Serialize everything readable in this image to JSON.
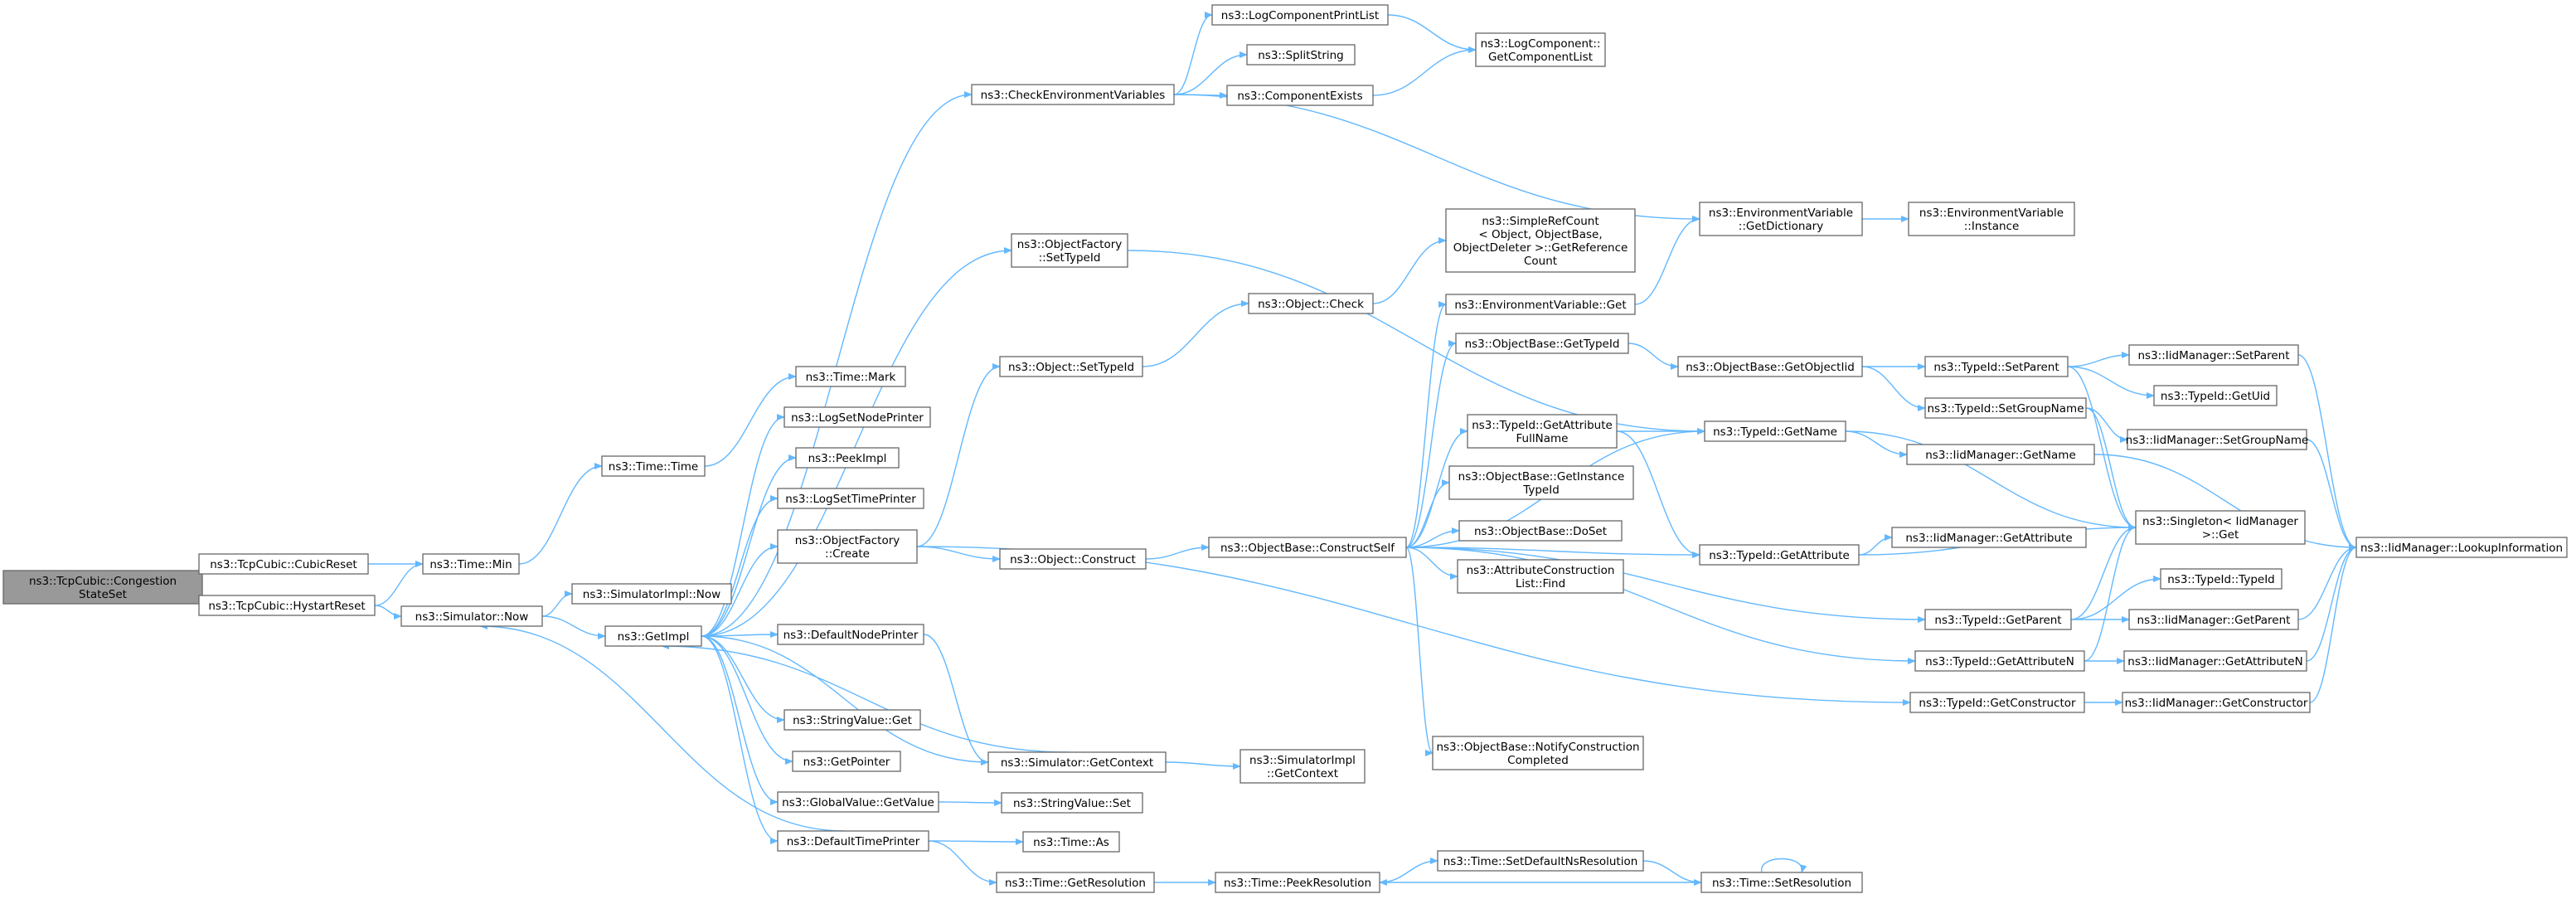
{
  "diagram": {
    "nodes": [
      {
        "id": "root",
        "lines": [
          "ns3::TcpCubic::Congestion",
          "StateSet"
        ],
        "root": true
      },
      {
        "id": "cubicreset",
        "lines": [
          "ns3::TcpCubic::CubicReset"
        ]
      },
      {
        "id": "hystart",
        "lines": [
          "ns3::TcpCubic::HystartReset"
        ]
      },
      {
        "id": "timemin",
        "lines": [
          "ns3::Time::Min"
        ]
      },
      {
        "id": "timetime",
        "lines": [
          "ns3::Time::Time"
        ]
      },
      {
        "id": "timemark",
        "lines": [
          "ns3::Time::Mark"
        ]
      },
      {
        "id": "simnow",
        "lines": [
          "ns3::Simulator::Now"
        ]
      },
      {
        "id": "simimplnow",
        "lines": [
          "ns3::SimulatorImpl::Now"
        ]
      },
      {
        "id": "getimpl",
        "lines": [
          "ns3::GetImpl"
        ]
      },
      {
        "id": "logsetnode",
        "lines": [
          "ns3::LogSetNodePrinter"
        ]
      },
      {
        "id": "peekimpl",
        "lines": [
          "ns3::PeekImpl"
        ]
      },
      {
        "id": "logsettime",
        "lines": [
          "ns3::LogSetTimePrinter"
        ]
      },
      {
        "id": "ofcreate",
        "lines": [
          "ns3::ObjectFactory",
          "::Create"
        ]
      },
      {
        "id": "defnode",
        "lines": [
          "ns3::DefaultNodePrinter"
        ]
      },
      {
        "id": "strget",
        "lines": [
          "ns3::StringValue::Get"
        ]
      },
      {
        "id": "getpointer",
        "lines": [
          "ns3::GetPointer"
        ]
      },
      {
        "id": "gvget",
        "lines": [
          "ns3::GlobalValue::GetValue"
        ]
      },
      {
        "id": "deftime",
        "lines": [
          "ns3::DefaultTimePrinter"
        ]
      },
      {
        "id": "checkenv",
        "lines": [
          "ns3::CheckEnvironmentVariables"
        ]
      },
      {
        "id": "logcpl",
        "lines": [
          "ns3::LogComponentPrintList"
        ]
      },
      {
        "id": "splitstr",
        "lines": [
          "ns3::SplitString"
        ]
      },
      {
        "id": "compexists",
        "lines": [
          "ns3::ComponentExists"
        ]
      },
      {
        "id": "logcgcl",
        "lines": [
          "ns3::LogComponent::",
          "GetComponentList"
        ]
      },
      {
        "id": "ofsettypeid",
        "lines": [
          "ns3::ObjectFactory",
          "::SetTypeId"
        ]
      },
      {
        "id": "objsettypeid",
        "lines": [
          "ns3::Object::SetTypeId"
        ]
      },
      {
        "id": "objcheck",
        "lines": [
          "ns3::Object::Check"
        ]
      },
      {
        "id": "objconstruct",
        "lines": [
          "ns3::Object::Construct"
        ]
      },
      {
        "id": "simgetctx",
        "lines": [
          "ns3::Simulator::GetContext"
        ]
      },
      {
        "id": "simimplctx",
        "lines": [
          "ns3::SimulatorImpl",
          "::GetContext"
        ]
      },
      {
        "id": "strset",
        "lines": [
          "ns3::StringValue::Set"
        ]
      },
      {
        "id": "timeas",
        "lines": [
          "ns3::Time::As"
        ]
      },
      {
        "id": "timegetres",
        "lines": [
          "ns3::Time::GetResolution"
        ]
      },
      {
        "id": "timepeekres",
        "lines": [
          "ns3::Time::PeekResolution"
        ]
      },
      {
        "id": "timesetdef",
        "lines": [
          "ns3::Time::SetDefaultNsResolution"
        ]
      },
      {
        "id": "timesetres",
        "lines": [
          "ns3::Time::SetResolution"
        ]
      },
      {
        "id": "simplerefcount",
        "lines": [
          "ns3::SimpleRefCount",
          "< Object, ObjectBase,",
          "ObjectDeleter >::GetReference",
          "Count"
        ]
      },
      {
        "id": "envget",
        "lines": [
          "ns3::EnvironmentVariable::Get"
        ]
      },
      {
        "id": "obgettypeid",
        "lines": [
          "ns3::ObjectBase::GetTypeId"
        ]
      },
      {
        "id": "tidgetattrfull",
        "lines": [
          "ns3::TypeId::GetAttribute",
          "FullName"
        ]
      },
      {
        "id": "obgetinst",
        "lines": [
          "ns3::ObjectBase::GetInstance",
          "TypeId"
        ]
      },
      {
        "id": "obdoset",
        "lines": [
          "ns3::ObjectBase::DoSet"
        ]
      },
      {
        "id": "acfind",
        "lines": [
          "ns3::AttributeConstruction",
          "List::Find"
        ]
      },
      {
        "id": "obconstructself",
        "lines": [
          "ns3::ObjectBase::ConstructSelf"
        ]
      },
      {
        "id": "obnotify",
        "lines": [
          "ns3::ObjectBase::NotifyConstruction",
          "Completed"
        ]
      },
      {
        "id": "envdict",
        "lines": [
          "ns3::EnvironmentVariable",
          "::GetDictionary"
        ]
      },
      {
        "id": "envinst",
        "lines": [
          "ns3::EnvironmentVariable",
          "::Instance"
        ]
      },
      {
        "id": "obgetoid",
        "lines": [
          "ns3::ObjectBase::GetObjectIid"
        ]
      },
      {
        "id": "tidgetname",
        "lines": [
          "ns3::TypeId::GetName"
        ]
      },
      {
        "id": "tidgetattr",
        "lines": [
          "ns3::TypeId::GetAttribute"
        ]
      },
      {
        "id": "tidsetparent",
        "lines": [
          "ns3::TypeId::SetParent"
        ]
      },
      {
        "id": "tidsetgroup",
        "lines": [
          "ns3::TypeId::SetGroupName"
        ]
      },
      {
        "id": "iidgetname",
        "lines": [
          "ns3::IidManager::GetName"
        ]
      },
      {
        "id": "iidgetattr",
        "lines": [
          "ns3::IidManager::GetAttribute"
        ]
      },
      {
        "id": "tidgetparent",
        "lines": [
          "ns3::TypeId::GetParent"
        ]
      },
      {
        "id": "tidgetattrn",
        "lines": [
          "ns3::TypeId::GetAttributeN"
        ]
      },
      {
        "id": "tidgetctor",
        "lines": [
          "ns3::TypeId::GetConstructor"
        ]
      },
      {
        "id": "iidsetparent",
        "lines": [
          "ns3::IidManager::SetParent"
        ]
      },
      {
        "id": "tidgetuid",
        "lines": [
          "ns3::TypeId::GetUid"
        ]
      },
      {
        "id": "iidsetgroup",
        "lines": [
          "ns3::IidManager::SetGroupName"
        ]
      },
      {
        "id": "singleton",
        "lines": [
          "ns3::Singleton< IidManager",
          ">::Get"
        ]
      },
      {
        "id": "tidtypeid",
        "lines": [
          "ns3::TypeId::TypeId"
        ]
      },
      {
        "id": "iidgetparent",
        "lines": [
          "ns3::IidManager::GetParent"
        ]
      },
      {
        "id": "iidgetattrn",
        "lines": [
          "ns3::IidManager::GetAttributeN"
        ]
      },
      {
        "id": "iidgetctor",
        "lines": [
          "ns3::IidManager::GetConstructor"
        ]
      },
      {
        "id": "iidlookup",
        "lines": [
          "ns3::IidManager::LookupInformation"
        ]
      }
    ],
    "edges": [
      [
        "root",
        "cubicreset"
      ],
      [
        "root",
        "hystart"
      ],
      [
        "cubicreset",
        "timemin"
      ],
      [
        "hystart",
        "timemin"
      ],
      [
        "hystart",
        "simnow"
      ],
      [
        "timemin",
        "timetime"
      ],
      [
        "timetime",
        "timemark"
      ],
      [
        "simnow",
        "simimplnow"
      ],
      [
        "simnow",
        "getimpl"
      ],
      [
        "getimpl",
        "logsetnode"
      ],
      [
        "getimpl",
        "peekimpl"
      ],
      [
        "getimpl",
        "logsettime"
      ],
      [
        "getimpl",
        "ofcreate"
      ],
      [
        "getimpl",
        "defnode"
      ],
      [
        "getimpl",
        "strget"
      ],
      [
        "getimpl",
        "getpointer"
      ],
      [
        "getimpl",
        "gvget"
      ],
      [
        "getimpl",
        "deftime"
      ],
      [
        "getimpl",
        "simgetctx"
      ],
      [
        "getimpl",
        "checkenv"
      ],
      [
        "getimpl",
        "ofsettypeid"
      ],
      [
        "deftime",
        "simnow"
      ],
      [
        "deftime",
        "timeas"
      ],
      [
        "deftime",
        "timegetres"
      ],
      [
        "simgetctx",
        "getimpl"
      ],
      [
        "simgetctx",
        "simimplctx"
      ],
      [
        "defnode",
        "simgetctx"
      ],
      [
        "gvget",
        "strset"
      ],
      [
        "checkenv",
        "logcpl"
      ],
      [
        "checkenv",
        "splitstr"
      ],
      [
        "checkenv",
        "compexists"
      ],
      [
        "checkenv",
        "envdict"
      ],
      [
        "logcpl",
        "logcgcl"
      ],
      [
        "compexists",
        "logcgcl"
      ],
      [
        "ofcreate",
        "objconstruct"
      ],
      [
        "ofcreate",
        "objsettypeid"
      ],
      [
        "ofcreate",
        "tidgetctor"
      ],
      [
        "objsettypeid",
        "objcheck"
      ],
      [
        "objcheck",
        "simplerefcount"
      ],
      [
        "objconstruct",
        "obconstructself"
      ],
      [
        "obconstructself",
        "envget"
      ],
      [
        "obconstructself",
        "obgettypeid"
      ],
      [
        "obconstructself",
        "tidgetname"
      ],
      [
        "obconstructself",
        "tidgetattrfull"
      ],
      [
        "obconstructself",
        "obgetinst"
      ],
      [
        "obconstructself",
        "obdoset"
      ],
      [
        "obconstructself",
        "acfind"
      ],
      [
        "obconstructself",
        "tidgetattr"
      ],
      [
        "obconstructself",
        "tidgetparent"
      ],
      [
        "obconstructself",
        "tidgetattrn"
      ],
      [
        "obconstructself",
        "obnotify"
      ],
      [
        "ofsettypeid",
        "tidgetname"
      ],
      [
        "envget",
        "envdict"
      ],
      [
        "envdict",
        "envinst"
      ],
      [
        "obgettypeid",
        "obgetoid"
      ],
      [
        "obgetoid",
        "tidsetparent"
      ],
      [
        "obgetoid",
        "tidsetgroup"
      ],
      [
        "tidgetattrfull",
        "tidgetname"
      ],
      [
        "tidgetattrfull",
        "tidgetattr"
      ],
      [
        "tidgetname",
        "iidgetname"
      ],
      [
        "tidgetname",
        "singleton"
      ],
      [
        "tidgetattr",
        "iidgetattr"
      ],
      [
        "tidgetattr",
        "singleton"
      ],
      [
        "tidsetparent",
        "iidsetparent"
      ],
      [
        "tidsetparent",
        "tidgetuid"
      ],
      [
        "tidsetparent",
        "singleton"
      ],
      [
        "tidsetgroup",
        "iidsetgroup"
      ],
      [
        "tidsetgroup",
        "singleton"
      ],
      [
        "tidgetparent",
        "tidtypeid"
      ],
      [
        "tidgetparent",
        "iidgetparent"
      ],
      [
        "tidgetparent",
        "singleton"
      ],
      [
        "tidgetattrn",
        "iidgetattrn"
      ],
      [
        "tidgetattrn",
        "singleton"
      ],
      [
        "tidgetctor",
        "iidgetctor"
      ],
      [
        "iidsetparent",
        "iidlookup"
      ],
      [
        "iidsetgroup",
        "iidlookup"
      ],
      [
        "iidgetname",
        "iidlookup"
      ],
      [
        "iidgetparent",
        "iidlookup"
      ],
      [
        "iidgetattrn",
        "iidlookup"
      ],
      [
        "iidgetctor",
        "iidlookup"
      ],
      [
        "timegetres",
        "timepeekres"
      ],
      [
        "timepeekres",
        "timesetdef"
      ],
      [
        "timesetdef",
        "timesetres"
      ],
      [
        "timesetres",
        "timepeekres"
      ],
      [
        "timesetres",
        "timesetres"
      ]
    ]
  }
}
